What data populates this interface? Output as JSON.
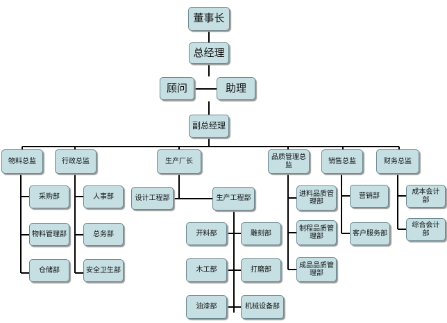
{
  "nodes": {
    "chairman": "董事长",
    "gm": "总经理",
    "advisor": "顾问",
    "assistant": "助理",
    "deputy_gm": "副总经理",
    "materials_director": "物料总监",
    "admin_director": "行政总监",
    "plant_manager": "生产厂长",
    "quality_director": "品质管理总监",
    "sales_director": "销售总监",
    "finance_director": "财务总监",
    "purchasing": "采购部",
    "materials_mgmt": "物料管理部",
    "warehouse": "仓储部",
    "hr": "人事部",
    "general_affairs": "总务部",
    "safety": "安全卫生部",
    "design_eng": "设计工程部",
    "production_eng": "生产工程部",
    "cutting": "开料部",
    "carving": "雕刻部",
    "woodwork": "木工部",
    "sanding": "打磨部",
    "painting": "油漆部",
    "machinery": "机械设备部",
    "incoming_qc": "进料品质管理部",
    "process_qc": "制程品质管理部",
    "product_qc": "成品品质管理部",
    "marketing": "营销部",
    "customer_service": "客户服务部",
    "cost_accounting": "成本会计部",
    "general_accounting": "综合会计部"
  }
}
